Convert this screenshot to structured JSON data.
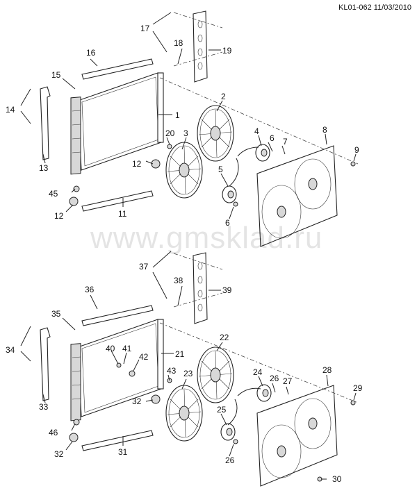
{
  "header": {
    "code": "KL01-062 11/03/2010"
  },
  "watermark": "www.gmsklad.ru",
  "labels": [
    "1",
    "2",
    "3",
    "4",
    "5",
    "6",
    "6",
    "7",
    "8",
    "9",
    "11",
    "12",
    "12",
    "13",
    "14",
    "15",
    "16",
    "17",
    "18",
    "19",
    "20",
    "45",
    "21",
    "22",
    "23",
    "24",
    "25",
    "26",
    "26",
    "27",
    "28",
    "29",
    "30",
    "31",
    "32",
    "32",
    "33",
    "34",
    "35",
    "36",
    "37",
    "38",
    "39",
    "40",
    "41",
    "42",
    "43",
    "46"
  ]
}
